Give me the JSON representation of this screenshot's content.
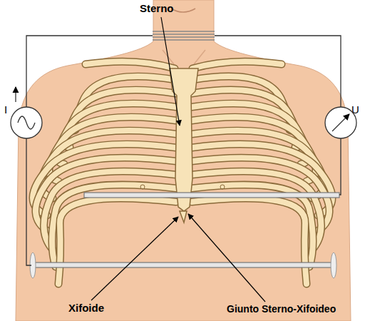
{
  "diagram": {
    "labels": [
      "Sterno",
      "Xifoide",
      "Giunto Sterno-Xifoideo",
      "I",
      "U"
    ]
  }
}
